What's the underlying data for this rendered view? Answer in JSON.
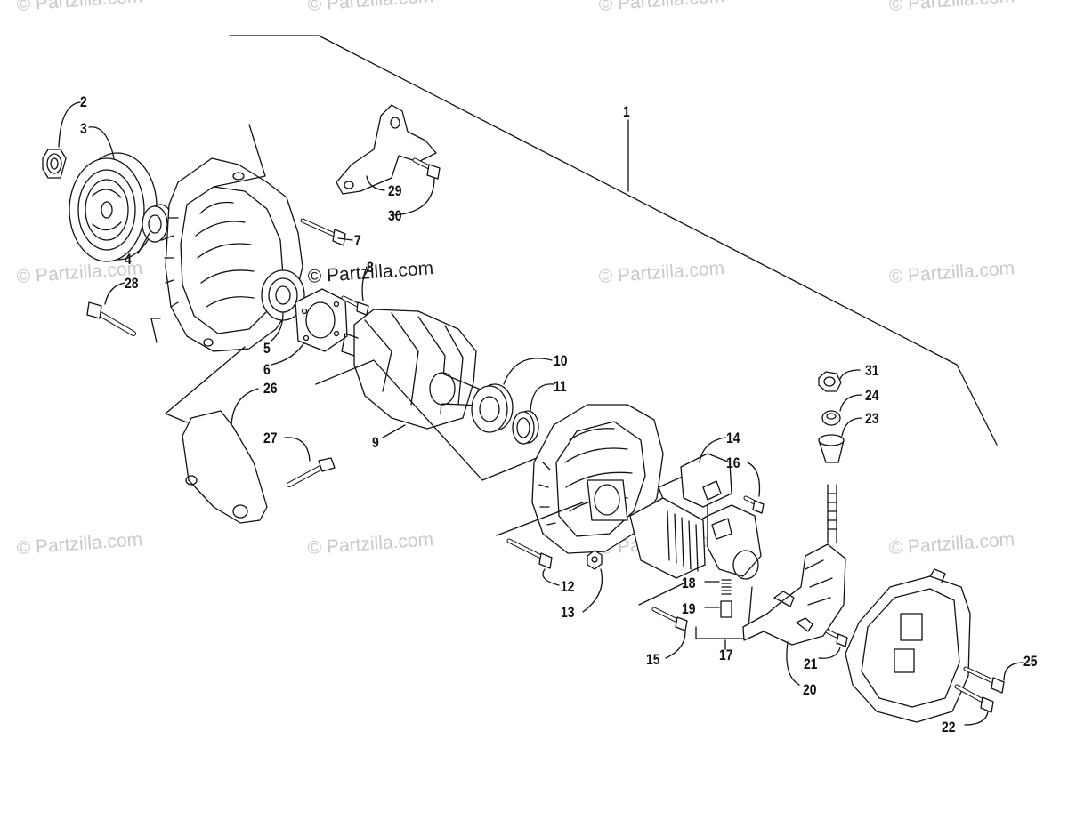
{
  "watermark": {
    "text": "© Partzilla.com"
  },
  "callouts": [
    "1",
    "2",
    "3",
    "4",
    "5",
    "6",
    "7",
    "8",
    "9",
    "10",
    "11",
    "12",
    "13",
    "14",
    "15",
    "16",
    "17",
    "18",
    "19",
    "20",
    "21",
    "22",
    "23",
    "24",
    "25",
    "26",
    "27",
    "28",
    "29",
    "30",
    "31"
  ]
}
